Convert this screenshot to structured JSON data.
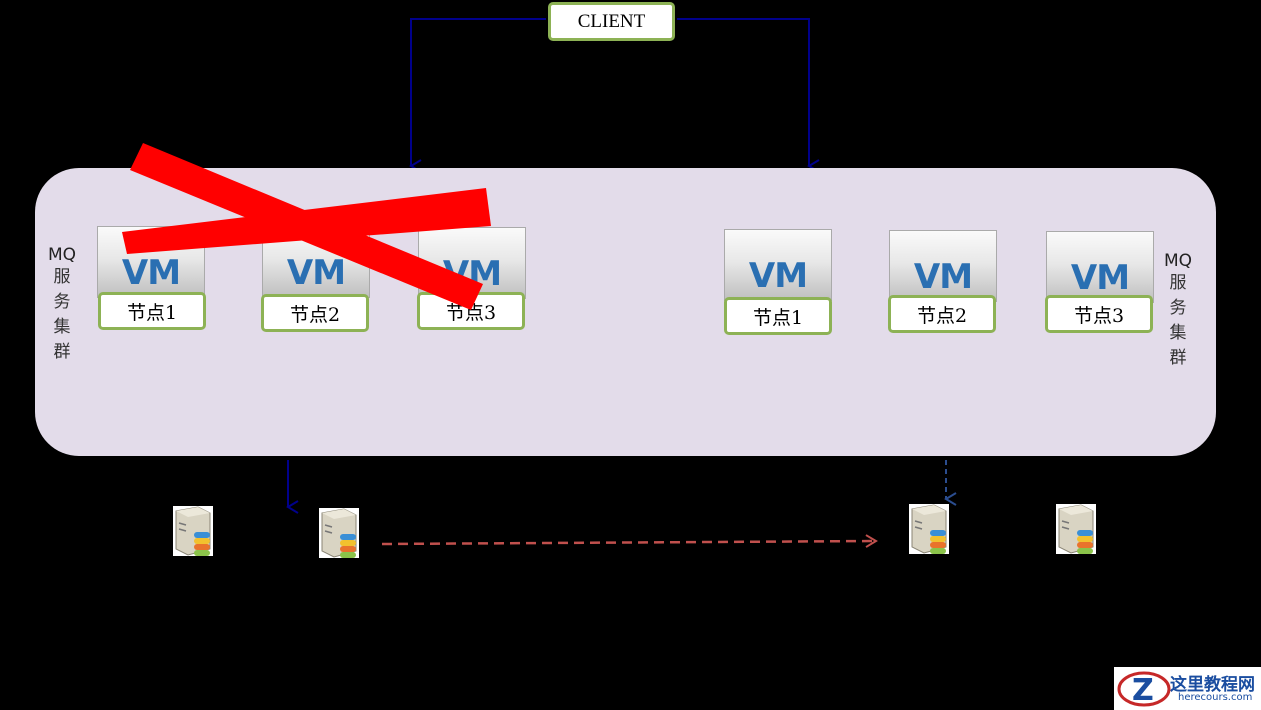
{
  "client": {
    "label": "CLIENT"
  },
  "cluster_label": {
    "mq": "MQ",
    "chars": [
      "服",
      "务",
      "集",
      "群"
    ]
  },
  "left_cluster": {
    "failed": true,
    "nodes": [
      {
        "vm": "VM",
        "label": "节点1"
      },
      {
        "vm": "VM",
        "label": "节点2"
      },
      {
        "vm": "VM",
        "label": "节点3"
      }
    ]
  },
  "right_cluster": {
    "nodes": [
      {
        "vm": "VM",
        "label": "节点1"
      },
      {
        "vm": "VM",
        "label": "节点2"
      },
      {
        "vm": "VM",
        "label": "节点3"
      }
    ]
  },
  "watermark": {
    "main": "这里教程网",
    "sub": "herecours.com",
    "letter": "Z"
  },
  "colors": {
    "arrow": "#00008b",
    "failure_cross": "#ff0000",
    "replication_arrow": "#c0504d",
    "node_border": "#8db255",
    "cluster_bg": "#e3dcea"
  }
}
